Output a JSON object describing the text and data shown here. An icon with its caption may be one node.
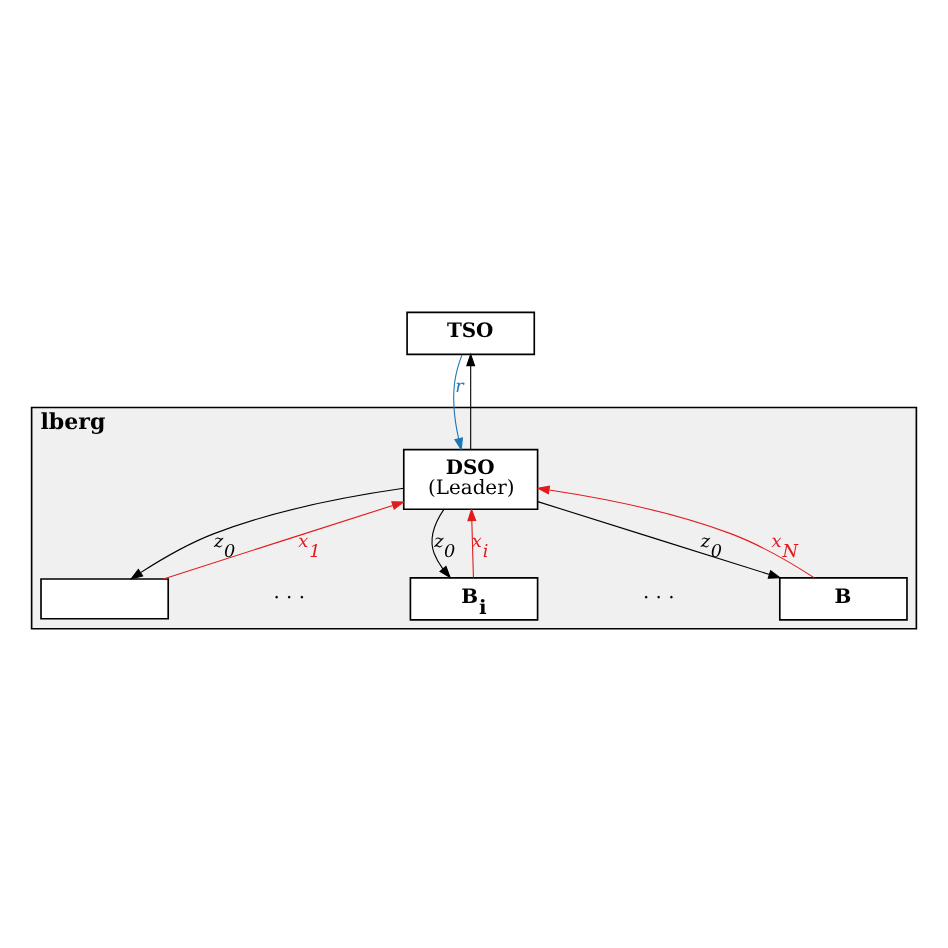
{
  "diagram": {
    "nodes": [
      {
        "text": [
          "TSO"
        ]
      },
      {
        "text": [
          "lberg"
        ]
      },
      {
        "text": [
          "DSO",
          "(Leader)"
        ],
        "in": 1
      },
      {
        "text": [],
        "shape": "box",
        "in": 1
      },
      {
        "text": [
          "B$_{i}$"
        ],
        "in": 1
      },
      {
        "text": [
          "B"
        ],
        "in": 1
      }
    ],
    "edges": [
      {
        "from": 0,
        "to": 2,
        "arrow": "to",
        "label": "r",
        "color": "#1f77b4"
      },
      {
        "from": 2,
        "to": 0,
        "arrow": "to"
      },
      {
        "from": 3,
        "to": 2,
        "arrow": "to",
        "label": "x$_{1}$",
        "color": "#e31a1c"
      },
      {
        "from": 2,
        "to": 3,
        "arrow": "to",
        "label": "z$_{0}$"
      },
      {
        "from": 2,
        "to": 4,
        "arrow": "to",
        "label": "z$_{0}$"
      },
      {
        "from": 4,
        "to": 2,
        "arrow": "to",
        "label": "x$_{i}$",
        "color": "#e31a1c"
      },
      {
        "from": 2,
        "to": 5,
        "arrow": "to",
        "label": "z$_{0}$"
      },
      {
        "from": 5,
        "to": 2,
        "arrow": "to",
        "label": "x$_{N}$",
        "color": "#e31a1c"
      }
    ],
    "labels": [
      "· · ·",
      "· · ·"
    ]
  }
}
